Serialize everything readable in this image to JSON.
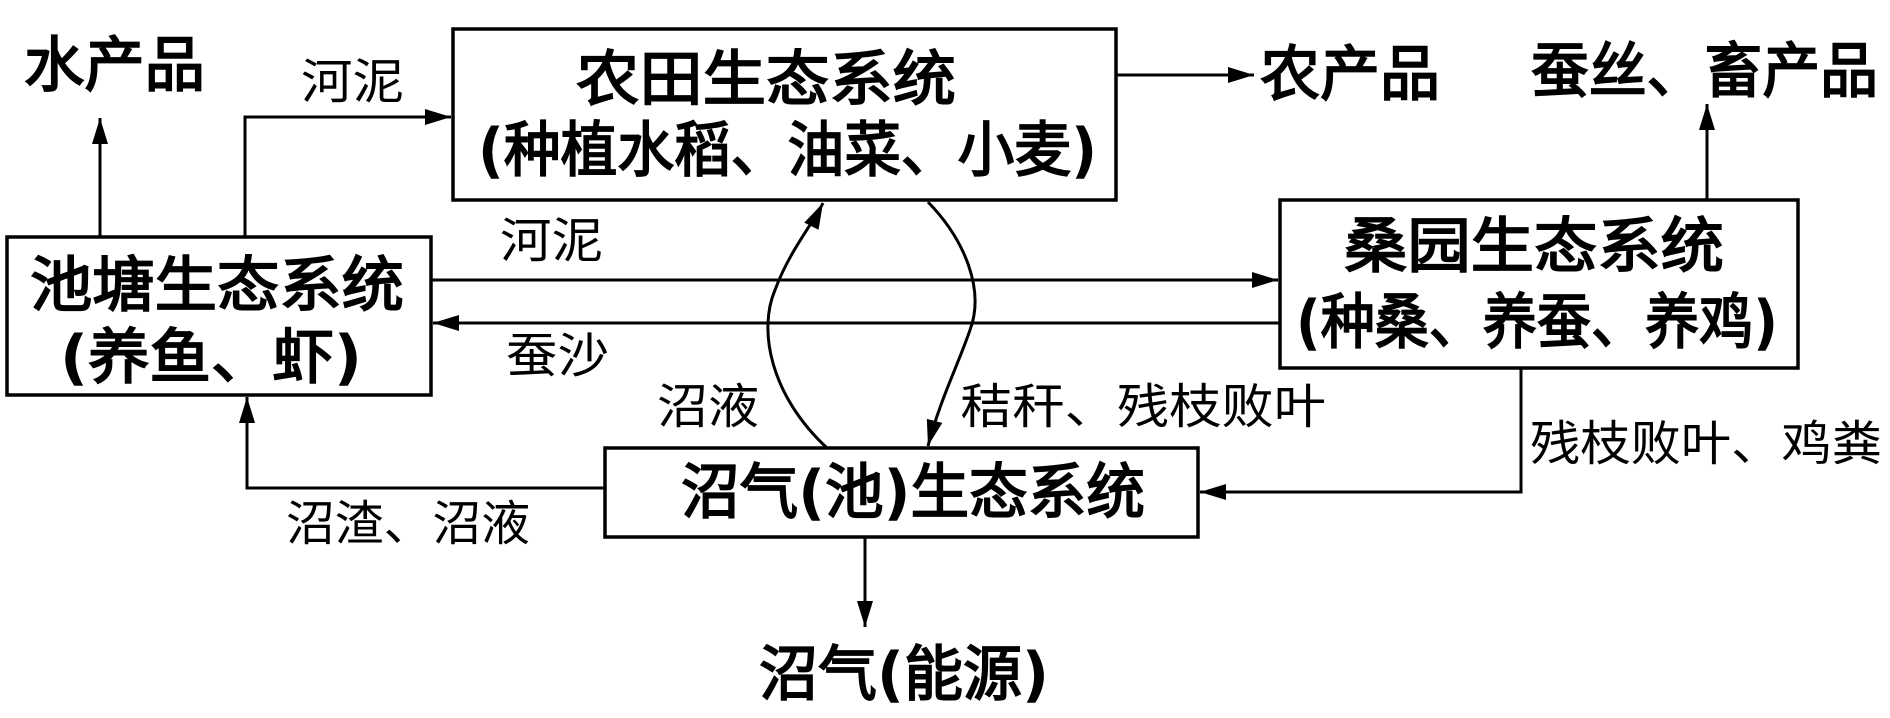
{
  "nodes": {
    "farmland": {
      "title": "农田生态系统",
      "detail": "(种植水稻、油菜、小麦)"
    },
    "pond": {
      "title": "池塘生态系统",
      "detail": "(养鱼、虾)"
    },
    "mulberry": {
      "title": "桑园生态系统",
      "detail": "(种桑、养蚕、养鸡)"
    },
    "biogas": {
      "title": "沼气(池)生态系统"
    }
  },
  "outputs": {
    "aquatic": "水产品",
    "agricultural": "农产品",
    "silk_livestock": "蚕丝、畜产品",
    "energy": "沼气(能源)"
  },
  "edges": {
    "pond_to_farmland": "河泥",
    "pond_to_mulberry": "河泥",
    "mulberry_to_pond": "蚕沙",
    "biogas_to_farmland": "沼液",
    "farmland_to_biogas": "秸秆、残枝败叶",
    "mulberry_to_biogas": "残枝败叶、鸡粪",
    "biogas_to_pond": "沼渣、沼液"
  },
  "colors": {
    "stroke": "#000000",
    "background": "#ffffff"
  }
}
